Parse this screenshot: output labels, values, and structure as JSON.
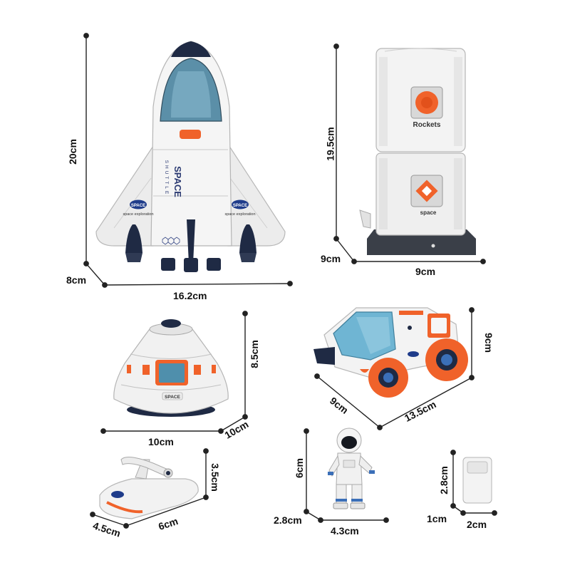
{
  "items": {
    "shuttle": {
      "height": "20cm",
      "depth": "8cm",
      "width": "16.2cm",
      "label_main": "SPACE",
      "label_sub": "SHUTTLE",
      "badge": "SPACE",
      "badge_text": "space exploration"
    },
    "tower": {
      "height": "19.5cm",
      "depth": "9cm",
      "width": "9cm",
      "label_top": "Rockets",
      "label_bottom": "space"
    },
    "capsule": {
      "height": "8.5cm",
      "width": "10cm",
      "depth": "10cm",
      "label": "SPACE"
    },
    "rover": {
      "height": "9cm",
      "depth": "9cm",
      "width": "13.5cm"
    },
    "scooter": {
      "height": "3.5cm",
      "depth": "4.5cm",
      "width": "6cm"
    },
    "astronaut": {
      "height": "6cm",
      "depth": "2.8cm",
      "width": "4.3cm"
    },
    "block": {
      "height": "2.8cm",
      "depth": "1cm",
      "width": "2cm"
    }
  },
  "colors": {
    "orange": "#f0622a",
    "navy": "#1f2a44",
    "blue_glass": "#5aa6c9",
    "white_body": "#f4f4f4",
    "line": "#222222"
  }
}
